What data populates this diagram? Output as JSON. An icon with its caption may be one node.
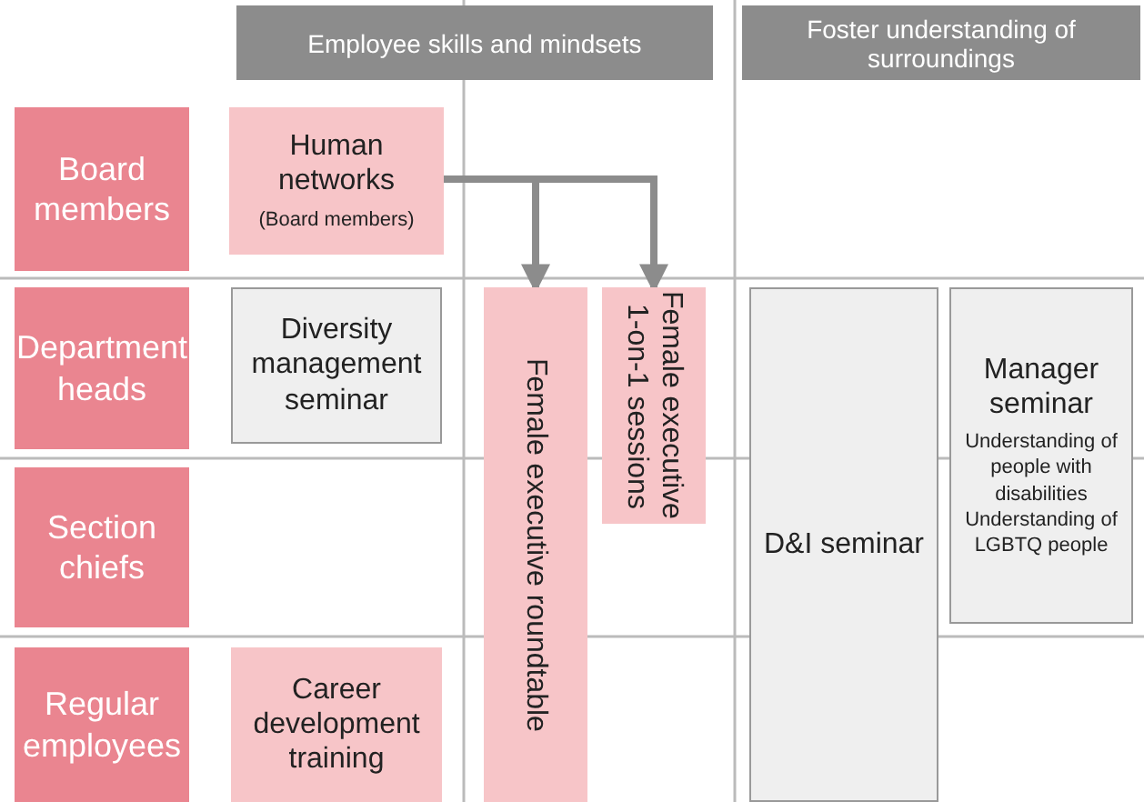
{
  "diagram": {
    "nodes": [
      {
        "text": [
          "Employee skills and mindsets"
        ]
      },
      {
        "text": [
          "Foster understanding of surroundings"
        ]
      },
      {
        "text": [
          "Board members"
        ]
      },
      {
        "text": [
          "Department heads"
        ]
      },
      {
        "text": [
          "Section chiefs"
        ]
      },
      {
        "text": [
          "Regular employees"
        ]
      },
      {
        "text": [
          "Human networks",
          "(Board members)"
        ]
      },
      {
        "text": [
          "Diversity management seminar"
        ]
      },
      {
        "text": [
          "Female executive roundtable"
        ]
      },
      {
        "text": [
          "Female executive 1-on-1 sessions"
        ]
      },
      {
        "text": [
          "D&I seminar"
        ]
      },
      {
        "text": [
          "Manager seminar",
          "Understanding of people with disabilities Understanding of LGBTQ people"
        ]
      },
      {
        "text": [
          "Career development training"
        ]
      }
    ],
    "edges": [
      {
        "from": 6,
        "to": 8,
        "arrow": "to"
      },
      {
        "from": 6,
        "to": 9,
        "arrow": "to"
      }
    ]
  }
}
